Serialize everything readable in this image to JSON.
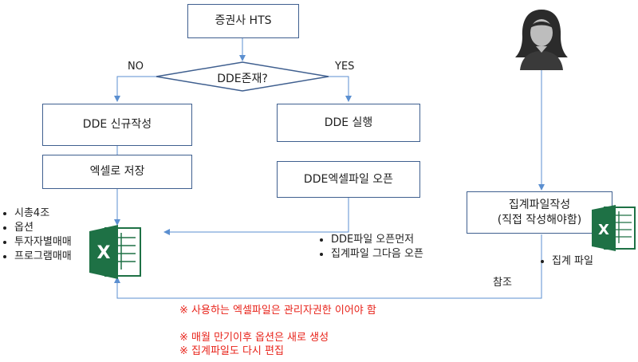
{
  "nodes": {
    "hts": "증권사 HTS",
    "decision": "DDE존재?",
    "dde_new": "DDE 신규작성",
    "excel_save": "엑셀로 저장",
    "dde_run": "DDE 실행",
    "dde_excel_open": "DDE엑셀파일 오픈",
    "summary_line1": "집계파일작성",
    "summary_line2": "(직접 작성해야함)"
  },
  "branch_labels": {
    "no": "NO",
    "yes": "YES"
  },
  "excel_items": [
    "시총4조",
    "옵션",
    "투자자별매매",
    "프로그램매매"
  ],
  "open_notes": [
    "DDE파일 오픈먼저",
    "집계파일 그다음 오픈"
  ],
  "summary_note": "집계 파일",
  "reference_label": "참조",
  "notes": {
    "note1": "※ 사용하는 엑셀파일은 관리자권한 이어야 함",
    "note2": "※ 매월 만기이후 옵션은 새로  생성",
    "note3": "※ 집계파일도 다시 편집"
  },
  "icons": {
    "excel_logo": "X"
  },
  "colors": {
    "line": "#5b8fd0",
    "box_border": "#3f5f8f",
    "note_red": "#e8231a",
    "excel_green": "#1e7145"
  }
}
